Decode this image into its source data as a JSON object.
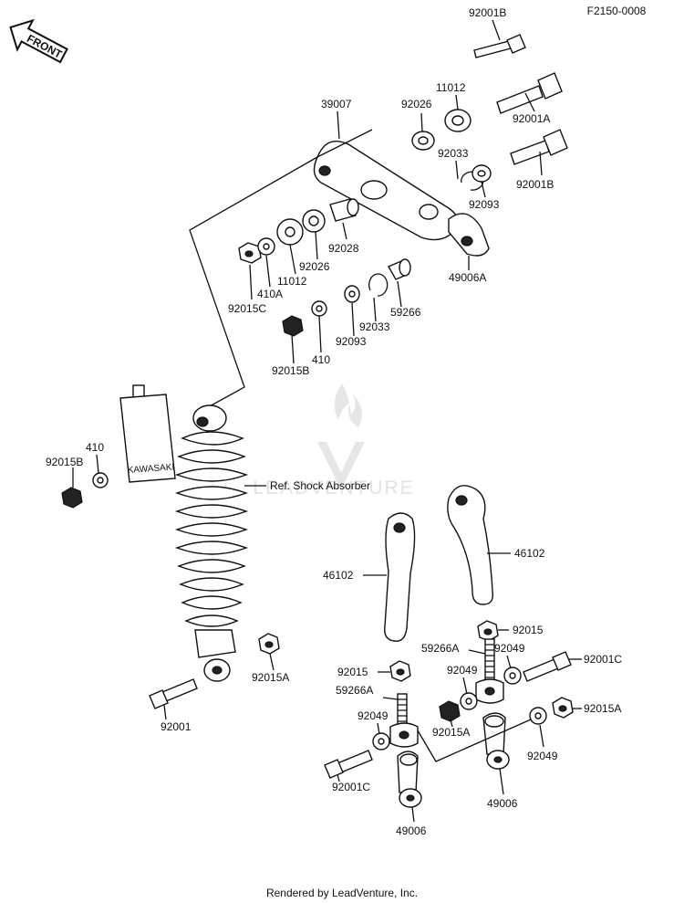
{
  "header": {
    "diagram_code": "F2150-0008",
    "front_label": "FRONT"
  },
  "labels": {
    "p92001B_top": "92001B",
    "p11012_top": "11012",
    "p39007": "39007",
    "p92026_top": "92026",
    "p92001A": "92001A",
    "p92033_top": "92033",
    "p92001B_right": "92001B",
    "p92093_top": "92093",
    "p92028": "92028",
    "p92026_mid": "92026",
    "p11012_mid": "11012",
    "p410A": "410A",
    "p92015C": "92015C",
    "p49006A": "49006A",
    "p59266_mid": "59266",
    "p92033_mid": "92033",
    "p92093_mid": "92093",
    "p410_mid": "410",
    "p92015B_mid": "92015B",
    "p410_left": "410",
    "p92015B_left": "92015B",
    "ref_shock": "Ref. Shock Absorber",
    "p46102_right": "46102",
    "p46102_left": "46102",
    "p92015A_shock": "92015A",
    "p92001": "92001",
    "p92015_right": "92015",
    "p92015_left": "92015",
    "p59266A_top": "59266A",
    "p92049_a": "92049",
    "p92001C_right": "92001C",
    "p92049_b": "92049",
    "p59266A_left": "59266A",
    "p92049_c": "92049",
    "p92015A_mid": "92015A",
    "p92015A_right": "92015A",
    "p92049_d": "92049",
    "p92001C_left": "92001C",
    "p49006_right": "49006",
    "p49006_bottom": "49006",
    "shock_brand": "KAWASAKI"
  },
  "watermark": "LEADVENTURE",
  "footer": "Rendered by LeadVenture, Inc."
}
